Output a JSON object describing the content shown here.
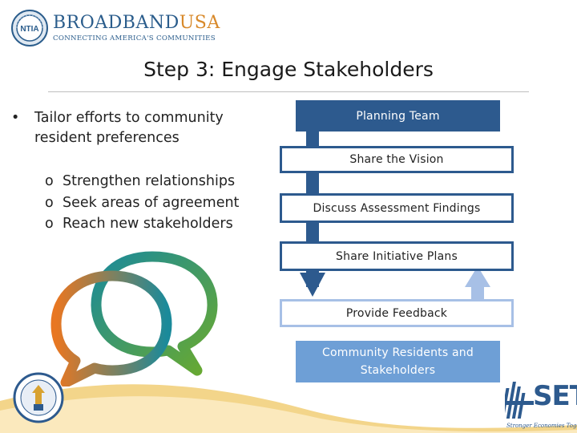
{
  "header": {
    "brand_part1": "BROADBAND",
    "brand_part2": "USA",
    "tagline": "CONNECTING AMERICA'S COMMUNITIES",
    "seal_text": "NTIA"
  },
  "slide": {
    "title": "Step 3: Engage Stakeholders",
    "bullet": {
      "marker": "•",
      "text": "Tailor efforts to community resident preferences"
    },
    "sub_bullets": [
      {
        "marker": "o",
        "text": "Strengthen relationships"
      },
      {
        "marker": "o",
        "text": "Seek areas of agreement"
      },
      {
        "marker": "o",
        "text": "Reach new stakeholders"
      }
    ]
  },
  "flow": {
    "planning_team": "Planning Team",
    "share_vision": "Share the Vision",
    "discuss_findings": "Discuss Assessment Findings",
    "share_plans": "Share Initiative Plans",
    "provide_feedback": "Provide Feedback",
    "community": "Community Residents and Stakeholders"
  },
  "footer": {
    "set_logo": "SET",
    "set_tagline": "Stronger Economies Together"
  },
  "colors": {
    "navy": "#2d5a8e",
    "light_blue": "#6e9fd6",
    "pale_blue": "#a7c0e6",
    "orange": "#e87722",
    "green": "#6aaa2e",
    "teal": "#1b8a9a",
    "sand": "#f3d58a"
  },
  "icons": [
    "ntia-seal-icon",
    "speech-bubbles-icon",
    "commerce-seal-icon",
    "set-figure-icon"
  ]
}
